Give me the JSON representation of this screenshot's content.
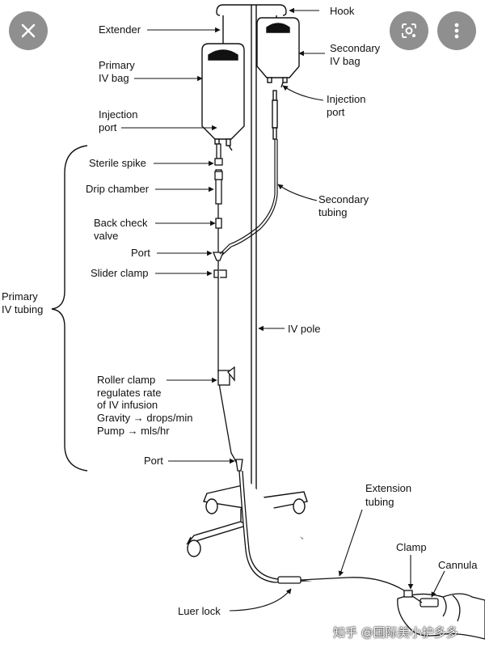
{
  "viewer": {
    "close_icon": "close-icon",
    "lens_icon": "lens-search-icon",
    "more_icon": "more-vertical-icon",
    "watermark": "知乎 @国际美小护多多"
  },
  "labels": {
    "hook": "Hook",
    "extender": "Extender",
    "primary_bag_1": "Primary",
    "primary_bag_2": "IV bag",
    "secondary_bag_1": "Secondary",
    "secondary_bag_2": "IV bag",
    "inj_left_1": "Injection",
    "inj_left_2": "port",
    "inj_right_1": "Injection",
    "inj_right_2": "port",
    "sterile_spike": "Sterile spike",
    "drip_chamber": "Drip chamber",
    "back_check_1": "Back check",
    "back_check_2": "valve",
    "port_upper": "Port",
    "slider_clamp": "Slider clamp",
    "primary_tubing_1": "Primary",
    "primary_tubing_2": "IV tubing",
    "secondary_tubing_1": "Secondary",
    "secondary_tubing_2": "tubing",
    "iv_pole": "IV pole",
    "roller_1": "Roller clamp",
    "roller_2": "regulates rate",
    "roller_3": "of IV infusion",
    "roller_4": "Gravity → drops/min",
    "roller_5": "Pump → mls/hr",
    "port_lower": "Port",
    "extension_1": "Extension",
    "extension_2": "tubing",
    "clamp": "Clamp",
    "cannula": "Cannula",
    "luer_lock": "Luer lock"
  }
}
